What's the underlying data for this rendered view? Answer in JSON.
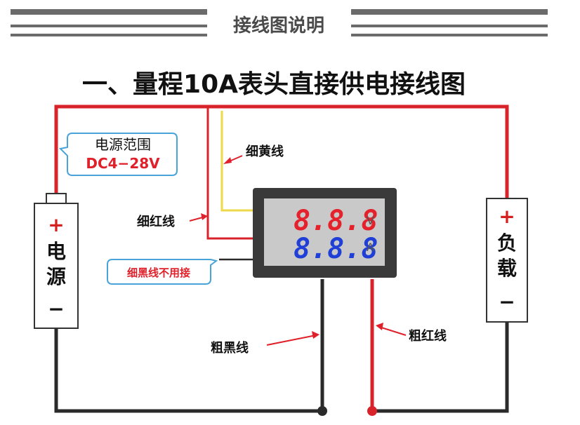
{
  "header": {
    "title": "接线图说明"
  },
  "diagram_title": "一、量程10A表头直接供电接线图",
  "power_supply": {
    "plus": "+",
    "label_line1": "电",
    "label_line2": "源",
    "minus": "−"
  },
  "load": {
    "plus": "+",
    "label_line1": "负",
    "label_line2": "载",
    "minus": "−"
  },
  "range_callout": {
    "line1": "电源范围",
    "line2": "DC4−28V"
  },
  "black_thin_callout": "细黑线不用接",
  "labels": {
    "thin_yellow": "细黄线",
    "thin_red": "细红线",
    "thick_black": "粗黑线",
    "thick_red": "粗红线"
  },
  "meter": {
    "volt_digits": "8.8.8",
    "amp_digits": "8.8.8",
    "volt_unit": "V",
    "amp_unit": "A"
  },
  "colors": {
    "wire_red": "#d8232b",
    "wire_black": "#2a2a2a",
    "wire_yellow": "#eed94a",
    "digit_red": "#e5222c",
    "digit_blue": "#1f3fd6",
    "callout_border": "#4aa3d8"
  }
}
